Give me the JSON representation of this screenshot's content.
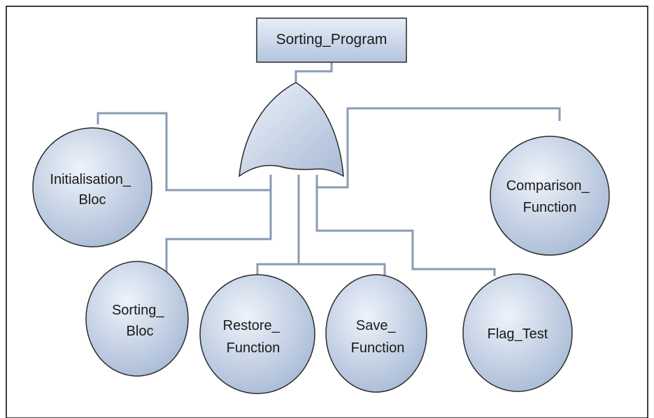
{
  "diagram": {
    "top_event": "Sorting_Program",
    "events": {
      "initialisation": [
        "Initialisation_",
        "Bloc"
      ],
      "comparison": [
        "Comparison_",
        "Function"
      ],
      "sorting": [
        "Sorting_",
        "Bloc"
      ],
      "restore": [
        "Restore_",
        "Function"
      ],
      "save": [
        "Save_",
        "Function"
      ],
      "flag": [
        "Flag_Test"
      ]
    }
  },
  "colors": {
    "node_fill_light": "#e4ecf7",
    "node_fill_dark": "#aebfd9",
    "node_stroke": "#2b2b2b",
    "connector": "#8a9bb5",
    "frame": "#000000"
  }
}
